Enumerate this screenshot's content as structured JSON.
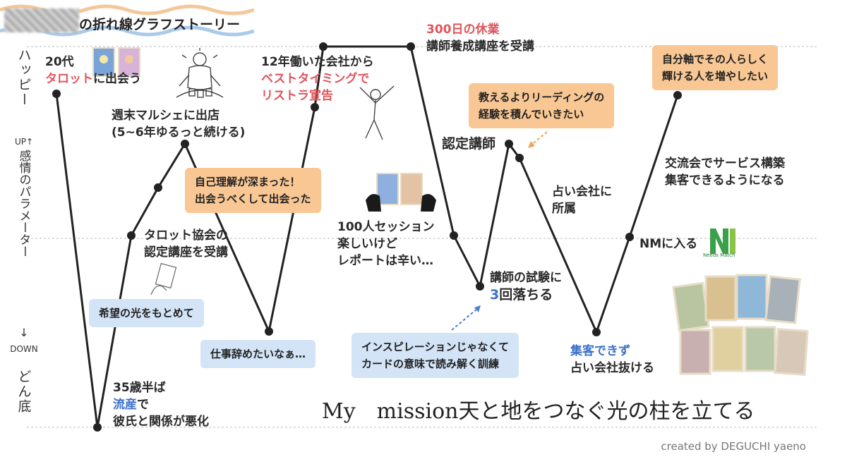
{
  "title": "の折れ線グラフストーリー",
  "y_axis": {
    "top": "ハッピー",
    "up": "UP↑",
    "middle": "感情のパラメーター",
    "down_arrow": "↓",
    "down": "DOWN",
    "bottom": "どん底"
  },
  "labels": {
    "age20_a": "20代",
    "age20_b": "タロット",
    "age20_c": "に出会う",
    "marche": "週末マルシェに出店\n(5~6年ゆるっと続ける)",
    "association": "タロット協会の\n認定講座を受講",
    "bottom35_a": "35歳半ば",
    "bottom35_b": "流産",
    "bottom35_c": "で",
    "bottom35_d": "彼氏と関係が悪化",
    "company_a": "12年働いた会社から",
    "company_b": "ベストタイミングで\nリストラ宣告",
    "rest_a": "300日の休業",
    "rest_b": "講師養成講座を受講",
    "session": "100人セッション\n楽しいけど\nレポートは辛い…",
    "certified": "認定講師",
    "exam_a": "講師の試験に",
    "exam_b": "3",
    "exam_c": "回落ちる",
    "fortune_co": "占い会社に\n所属",
    "quit_a": "集客できず",
    "quit_b": "占い会社抜ける",
    "nm": "NMに入る",
    "exchange": "交流会でサービス構築\n集客できるようになる"
  },
  "boxes": {
    "hope": "希望の光をもとめて",
    "understanding": "自己理解が深まった！\n出会うべくして出会った",
    "quit_job": "仕事辞めたいなぁ…",
    "reading": "教えるよりリーディングの\n経験を積んでいきたい",
    "inspiration": "インスピレーションじゃなくて\nカードの意味で読み解く訓練",
    "mission_box": "自分軸でその人らしく\n輝ける人を増やしたい"
  },
  "mission": "My　mission天と地をつなぐ光の柱を立てる",
  "credit": "created by DEGUCHI yaeno",
  "logo_text": "Needs Match",
  "colors": {
    "red": "#e0555b",
    "blue": "#3b70c8",
    "orange_box": "#f8c794",
    "blue_box": "#d3e4f7",
    "line": "#222222",
    "logo_green": "#3aa04a"
  },
  "icons": [
    "tarot-cards-icon",
    "meditation-figure-icon",
    "jumping-figure-icon",
    "hands-cards-icon",
    "card-spread-icon",
    "needs-match-logo-icon",
    "hand-card-sketch-icon"
  ]
}
